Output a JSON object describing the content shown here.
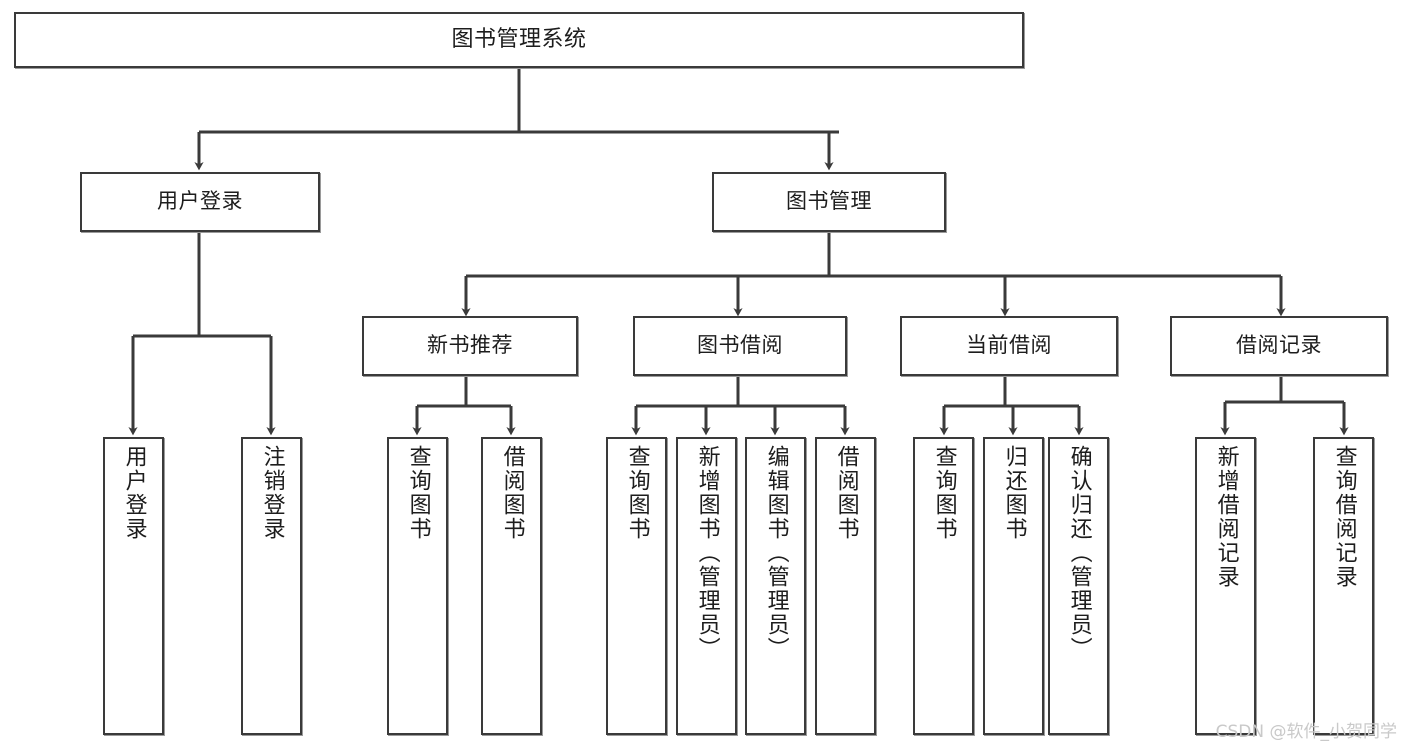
{
  "diagram": {
    "title": "图书管理系统",
    "type": "hierarchy-tree",
    "stroke_color": "#3a3a3a",
    "text_color": "#1d1d1d",
    "background_color": "#ffffff",
    "root": {
      "label": "图书管理系统"
    },
    "level1": [
      {
        "label": "用户登录"
      },
      {
        "label": "图书管理"
      }
    ],
    "level2": [
      {
        "label": "新书推荐"
      },
      {
        "label": "图书借阅"
      },
      {
        "label": "当前借阅"
      },
      {
        "label": "借阅记录"
      }
    ],
    "leaves": {
      "user_login": [
        {
          "label": "用户登录"
        },
        {
          "label": "注销登录"
        }
      ],
      "new_book_recommend": [
        {
          "label": "查询图书"
        },
        {
          "label": "借阅图书"
        }
      ],
      "book_borrow": [
        {
          "label": "查询图书"
        },
        {
          "label": "新增图书（管理员）"
        },
        {
          "label": "编辑图书（管理员）"
        },
        {
          "label": "借阅图书"
        }
      ],
      "current_borrow": [
        {
          "label": "查询图书"
        },
        {
          "label": "归还图书"
        },
        {
          "label": "确认归还（管理员）"
        }
      ],
      "borrow_record": [
        {
          "label": "新增借阅记录"
        },
        {
          "label": "查询借阅记录"
        }
      ]
    }
  },
  "watermark": {
    "text": "CSDN @软件_小贺同学"
  }
}
